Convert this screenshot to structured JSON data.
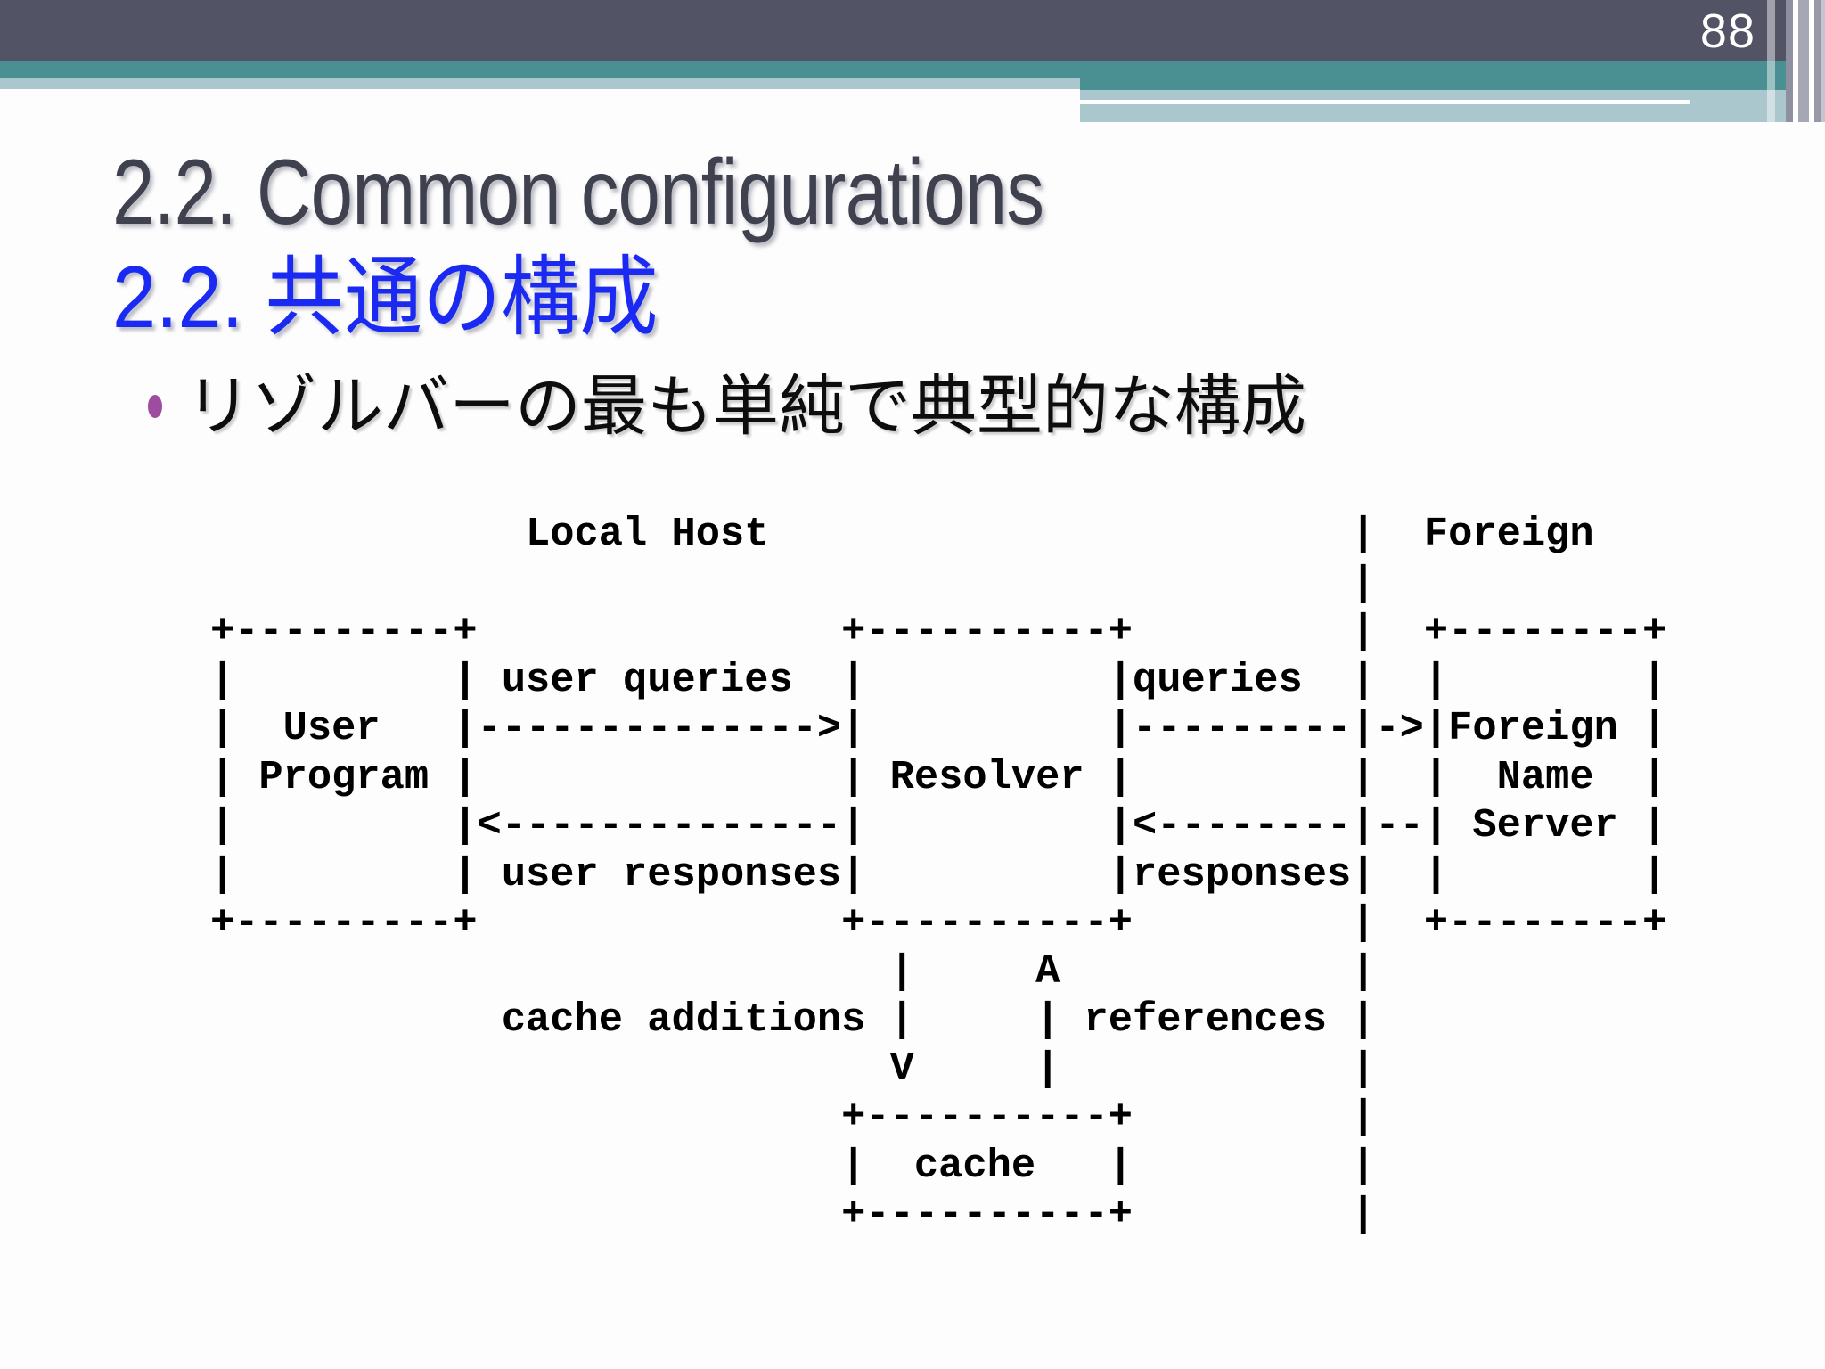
{
  "slide": {
    "page_number": "88",
    "title_en": "2.2. Common configurations",
    "title_ja": "2.2. 共通の構成",
    "bullet": "リゾルバーの最も単純で典型的な構成",
    "colors": {
      "header_bar_dark": "#525365",
      "header_bar_teal": "#4a8f91",
      "header_bar_light": "#a9c7cc",
      "title_en_color": "#3f414f",
      "title_ja_color": "#1b2af2",
      "bullet_dot_color": "#9e4d9e",
      "diagram_text_color": "#000000",
      "page_number_color": "#ffffff"
    },
    "diagram": {
      "lines": [
        "                 Local Host                        |  Foreign",
        "                                                   |",
        "    +---------+               +----------+         |  +--------+",
        "    |         | user queries  |          |queries  |  |        |",
        "    |  User   |-------------->|          |---------|->|Foreign |",
        "    | Program |               | Resolver |         |  |  Name  |",
        "    |         |<--------------|          |<--------|--| Server |",
        "    |         | user responses|          |responses|  |        |",
        "    +---------+               +----------+         |  +--------+",
        "                                |     A            |",
        "                cache additions |     | references |",
        "                                V     |            |",
        "                              +----------+         |",
        "                              |  cache   |         |",
        "                              +----------+         |"
      ]
    }
  }
}
